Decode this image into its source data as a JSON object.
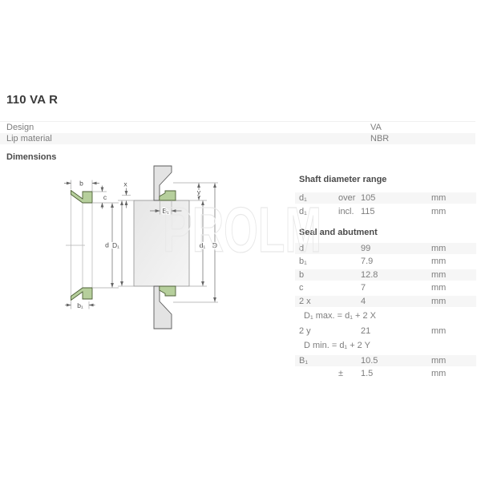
{
  "page": {
    "title": "110 VA R",
    "dimensions_heading": "Dimensions"
  },
  "properties": {
    "rows": [
      {
        "label": "Design",
        "value": "VA",
        "shaded": false
      },
      {
        "label": "Lip material",
        "value": "NBR",
        "shaded": true
      }
    ]
  },
  "shaft_table": {
    "heading": "Shaft diameter range",
    "rows": [
      {
        "label": "d₁",
        "qual": "over",
        "value": "105",
        "unit": "mm",
        "shaded": true
      },
      {
        "label": "d₁",
        "qual": "incl.",
        "value": "115",
        "unit": "mm",
        "shaded": false
      }
    ]
  },
  "seal_table": {
    "heading": "Seal and abutment",
    "rows": [
      {
        "label": "d",
        "qual": "",
        "value": "99",
        "unit": "mm",
        "shaded": true
      },
      {
        "label": "b₁",
        "qual": "",
        "value": "7.9",
        "unit": "mm",
        "shaded": false
      },
      {
        "label": "b",
        "qual": "",
        "value": "12.8",
        "unit": "mm",
        "shaded": true
      },
      {
        "label": "c",
        "qual": "",
        "value": "7",
        "unit": "mm",
        "shaded": false
      },
      {
        "label": "2 x",
        "qual": "",
        "value": "4",
        "unit": "mm",
        "shaded": true
      },
      {
        "formula": "D₁ max. = d₁ + 2 X"
      },
      {
        "label": "2 y",
        "qual": "",
        "value": "21",
        "unit": "mm",
        "shaded": false
      },
      {
        "formula": "D min. = d₁ + 2 Y"
      },
      {
        "label": "B₁",
        "qual": "",
        "value": "10.5",
        "unit": "mm",
        "shaded": true
      },
      {
        "label": "",
        "qual": "±",
        "value": "1.5",
        "unit": "mm",
        "shaded": false
      }
    ]
  },
  "diagram": {
    "labels": {
      "b": "b",
      "c": "c",
      "d": "d",
      "b1": "b₁",
      "x": "x",
      "y": "y",
      "B1": "B₁",
      "D1": "D₁",
      "d1": "d₁",
      "D": "D"
    }
  },
  "watermark": "PROLM",
  "colors": {
    "seal_green": "#b6cf9c",
    "row_shade": "#f6f6f6"
  }
}
